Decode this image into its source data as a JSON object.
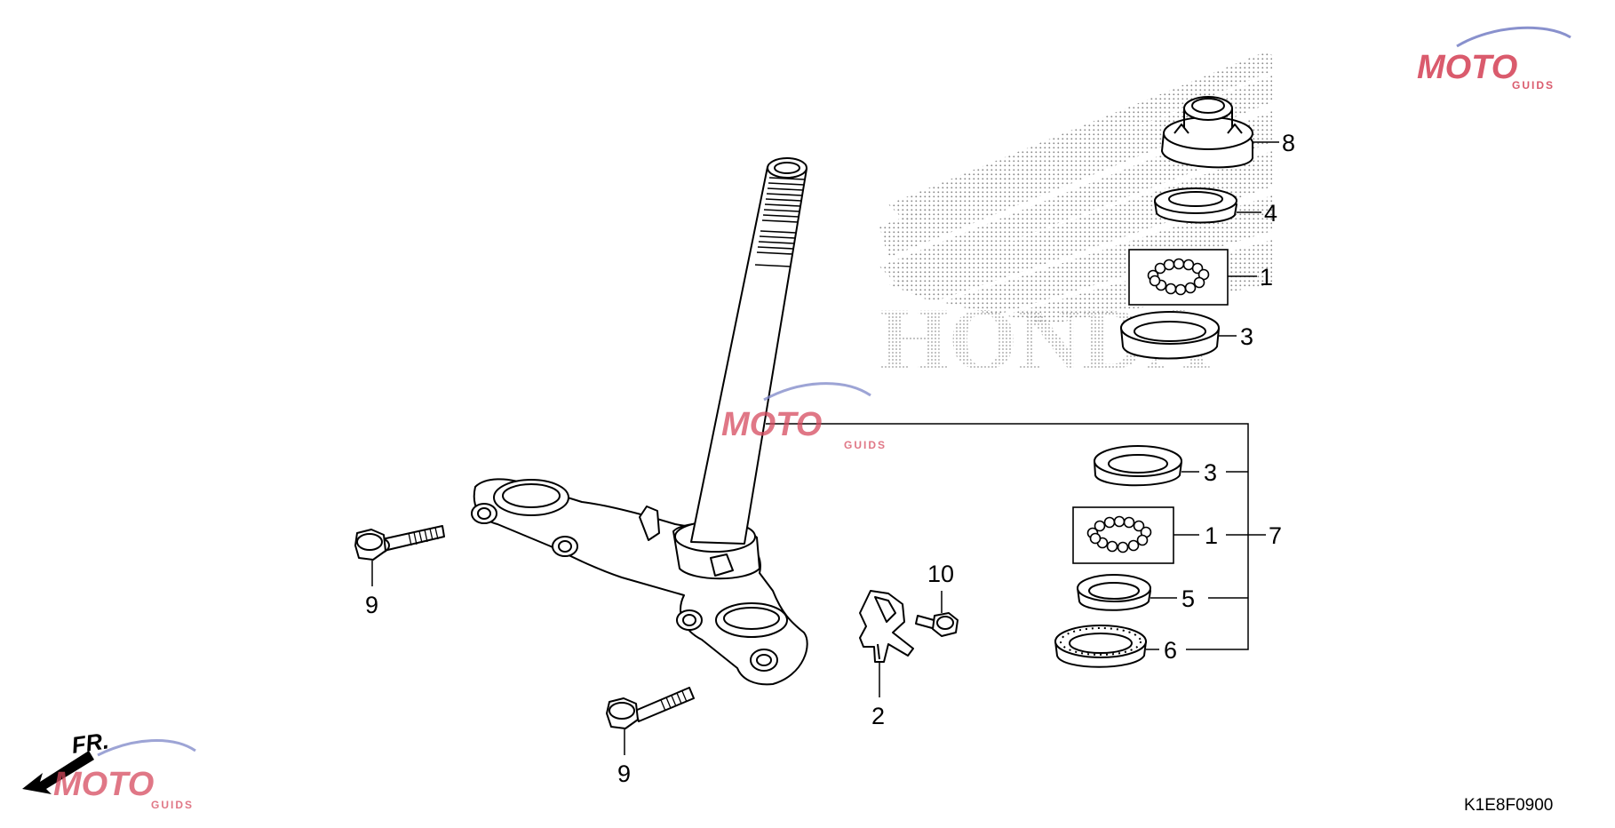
{
  "diagram": {
    "callouts": {
      "c1_top": "1",
      "c1_bottom": "1",
      "c2": "2",
      "c3_top": "3",
      "c3_bottom": "3",
      "c4": "4",
      "c5": "5",
      "c6": "6",
      "c7": "7",
      "c8": "8",
      "c9_left": "9",
      "c9_bottom": "9",
      "c10": "10"
    },
    "diagram_code": "K1E8F0900",
    "front_marker": "FR.",
    "watermark": {
      "main": "MOTO",
      "sub": "GUIDS"
    },
    "background_logo_text": "HONDA",
    "colors": {
      "line": "#000000",
      "watermark_red": "#d64a5e",
      "watermark_gray": "#b0b0b0",
      "watermark_blue": "#7d86c8",
      "stipple": "#9a9a9a"
    }
  }
}
